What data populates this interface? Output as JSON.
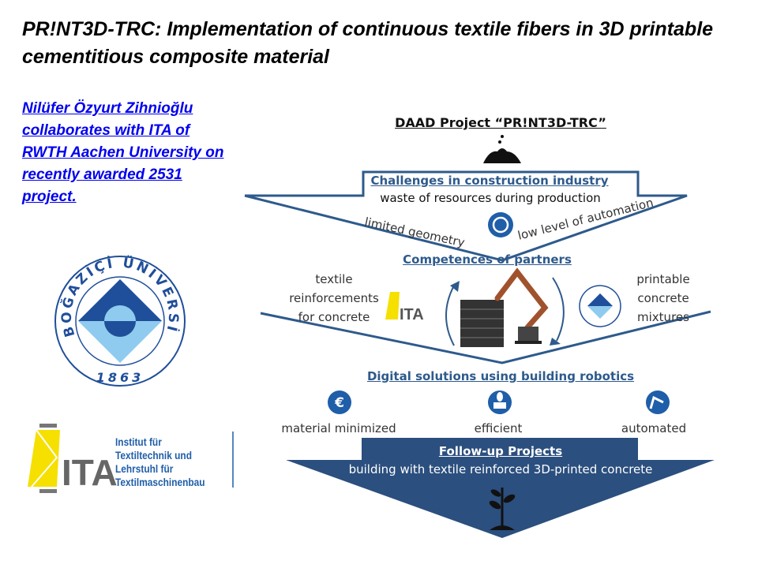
{
  "title": "PR!NT3D-TRC: Implementation of continuous textile fibers in 3D printable cementitious composite material",
  "news_link": "Nilüfer Özyurt Zihnioğlu collaborates with ITA of RWTH Aachen University on recently awarded 2531 project.",
  "bogazici_logo": {
    "ring_text": "BOĞAZİÇİ ÜNİVERSİTESİ",
    "year": "1863"
  },
  "ita_logo": {
    "mark": "ITA",
    "lines": [
      "Institut für",
      "Textiltechnik und",
      "Lehrstuhl für",
      "Textilmaschinenbau"
    ]
  },
  "diagram": {
    "project_title": "DAAD Project “PR!NT3D-TRC”",
    "challenges": {
      "heading": "Challenges in construction industry",
      "items": [
        "waste of resources during production",
        "limited geometry",
        "low level of automation"
      ]
    },
    "competences": {
      "heading": "Competences of partners",
      "left": [
        "textile",
        "reinforcements",
        "for concrete"
      ],
      "right": [
        "printable",
        "concrete",
        "mixtures"
      ]
    },
    "digital": {
      "heading": "Digital solutions using building robotics",
      "items": [
        {
          "label": "material minimized",
          "icon": "euro-icon"
        },
        {
          "label": "efficient",
          "icon": "factory-leaf-icon"
        },
        {
          "label": "automated",
          "icon": "robot-arm-icon"
        }
      ]
    },
    "followup": {
      "heading": "Follow-up Projects",
      "text": "building with textile reinforced 3D-printed concrete"
    },
    "colors": {
      "primary": "#2e5a8c",
      "arrow_fill": "#2b4f7e",
      "ita_yellow": "#f5e000",
      "bogazici_dark": "#1f4e9a",
      "bogazici_light": "#8fcbef"
    }
  }
}
